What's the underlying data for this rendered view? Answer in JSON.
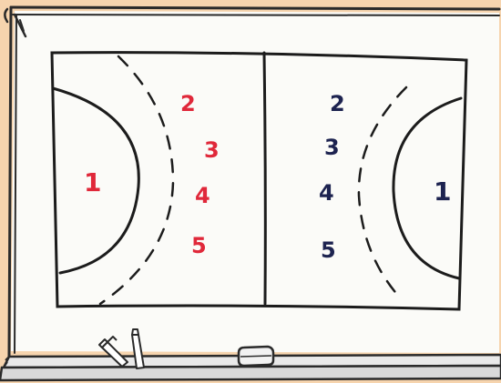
{
  "colors": {
    "wall": "#f6d4ae",
    "board_surface": "#fbfbf8",
    "frame": "#2a2a2a",
    "court_lines": "#1c1c1c",
    "team_left": "#e0283a",
    "team_right": "#1d2350",
    "marker_cap": "#ffffff",
    "eraser": "#f2f2f2"
  },
  "left_team": {
    "players": [
      "1",
      "2",
      "3",
      "4",
      "5"
    ]
  },
  "right_team": {
    "players": [
      "1",
      "2",
      "3",
      "4",
      "5"
    ]
  },
  "icons": {
    "markers": "whiteboard-markers-icon",
    "eraser": "whiteboard-eraser-icon"
  }
}
